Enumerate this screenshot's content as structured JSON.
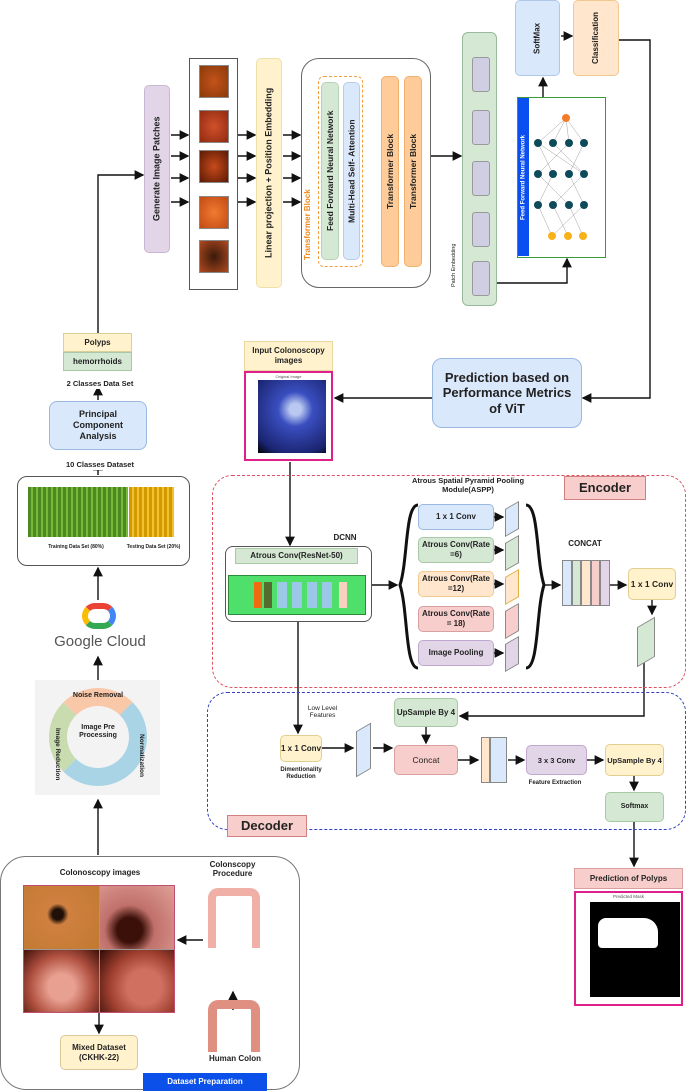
{
  "vit": {
    "generate_patches": "Generate Image Patches",
    "linear_projection": "Linear projection + Position Embedding",
    "transformer_block_label": "Transformer Block",
    "ffn": "Feed Forward Neural Network",
    "mhsa": "Multi-Head Self- Attention",
    "transformer_block_1": "Transformer Block",
    "transformer_block_2": "Transformer Block",
    "patch_embedding": "Patch Embedding",
    "ffn_network": "Feed Forward Neural Network",
    "softmax": "SoftMax",
    "classification": "Classification",
    "prediction": "Prediction based on Performance Metrics of ViT"
  },
  "left": {
    "class_1": "Polyps",
    "class_2": "hemorrhoids",
    "two_classes": "2 Classes Data Set",
    "pca": "Principal Component Analysis",
    "ten_classes": "10 Classes Dataset",
    "training": "Training Data Set (80%)",
    "testing": "Testing Data Set (20%)",
    "google_cloud": "Google Cloud",
    "preprocessing_center": "Image Pre Processing",
    "noise_removal": "Noise Removal",
    "normalization": "Normalization",
    "image_reduction": "Image Reduction"
  },
  "dataset": {
    "colonoscopy_images": "Colonoscopy images",
    "procedure": "Colonscopy Procedure",
    "human_colon": "Human Colon",
    "mixed": "Mixed Dataset (CKHK-22)",
    "tag": "Dataset Preparation"
  },
  "input": {
    "title": "Input Colonoscopy images",
    "plot_title": "Original Image"
  },
  "encoder": {
    "label": "Encoder",
    "dcnn": "DCNN",
    "atrous_resnet": "Atrous Conv(ResNet-50)",
    "aspp_title": "Atrous Spatial Pyramid Pooling Module(ASPP)",
    "aspp": [
      "1 x 1 Conv",
      "Atrous Conv(Rate =6)",
      "Atrous Conv(Rate =12)",
      "Atrous Conv(Rate = 18)",
      "Image Pooling"
    ],
    "concat": "CONCAT",
    "conv1x1": "1 x 1 Conv"
  },
  "decoder": {
    "label": "Decoder",
    "low_level": "Low Level Features",
    "conv1x1": "1 x 1 Conv",
    "dim_reduction": "Dimentionality Reduction",
    "upsample1": "UpSample By 4",
    "concat": "Concat",
    "conv3x3": "3 x 3 Conv",
    "feature_extraction": "Feature Extraction",
    "upsample2": "UpSample By 4",
    "softmax": "Softmax"
  },
  "output": {
    "title": "Prediction of Polyps",
    "plot_title": "Predicted Mask"
  }
}
